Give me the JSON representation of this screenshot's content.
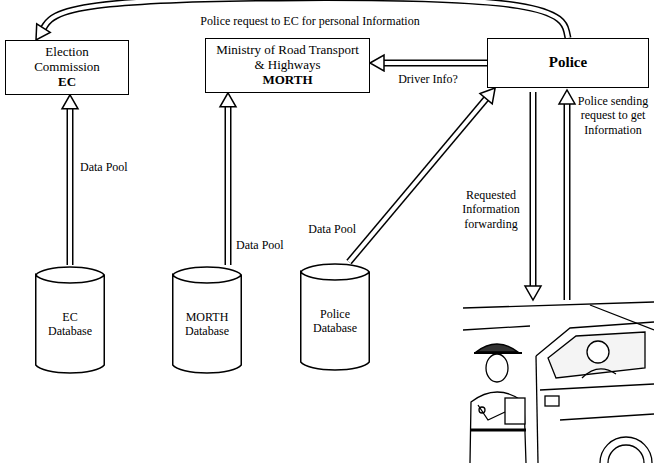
{
  "diagram": {
    "nodes": [
      {
        "text": [
          "Election Commission",
          "EC"
        ]
      },
      {
        "text": [
          "Ministry of Road Transport & Highways",
          "MORTH"
        ]
      },
      {
        "text": [
          "Police"
        ]
      },
      {
        "text": [
          "EC Database"
        ]
      },
      {
        "text": [
          "MORTH Database"
        ]
      },
      {
        "text": [
          "Police Database"
        ]
      }
    ],
    "edges": [
      {
        "from": 2,
        "to": 0,
        "label": "Police request to EC for personal Information",
        "arrow": "to"
      },
      {
        "from": 2,
        "to": 1,
        "label": "Driver Info?",
        "arrow": "to"
      },
      {
        "from": 3,
        "to": 0,
        "label": "Data Pool",
        "arrow": "to"
      },
      {
        "from": 4,
        "to": 1,
        "label": "Data Pool",
        "arrow": "to"
      },
      {
        "from": 5,
        "to": 2,
        "label": "Data Pool",
        "arrow": "to"
      }
    ],
    "labels": [
      "Requested Information forwarding",
      "Police sending request to get Information"
    ]
  }
}
